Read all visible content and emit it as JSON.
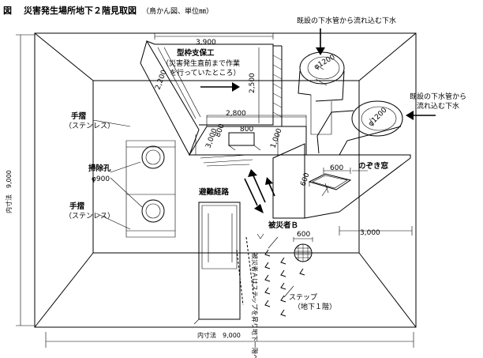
{
  "figure": {
    "label": "図",
    "title": "災害発生場所地下２階見取図",
    "subtitle": "（鳥かん図、単位㎜）"
  },
  "labels": {
    "existing_sewer_top": "既設の下水管から流れ込む下水",
    "existing_sewer_right_1": "既設の下水管から",
    "existing_sewer_right_2": "流れ込む下水",
    "formwork_1": "型枠支保工",
    "formwork_2": "（災害発生直前まで作業",
    "formwork_3": "を行っていたところ）",
    "handrail_1a": "手摺",
    "handrail_1b": "（ステンレス）",
    "cleanout_1": "掃除孔",
    "cleanout_2": "φ900",
    "handrail_2a": "手摺",
    "handrail_2b": "（ステンレス）",
    "escape_route": "避難経路",
    "peephole": "のぞき窓",
    "victim_b": "被災者Ｂ",
    "victim_a": "被災者Ａはステップを昇り地下一階へ",
    "step_1": "ステップ",
    "step_2": "（地下１階）",
    "inner_vertical": "内寸法　9,000",
    "inner_horizontal": "内寸法　9,000"
  },
  "dimensions": {
    "d3900": "3,900",
    "d2200": "2,200",
    "d2500": "2,500",
    "d2800": "2,800",
    "d800a": "800",
    "d800b": "800",
    "d3000a": "3,000",
    "d1000": "1,000",
    "d600a": "600",
    "d600b": "600",
    "d600c": "600",
    "d3000b": "3,000",
    "pipe1": "φ1200",
    "pipe2": "φ1200"
  }
}
